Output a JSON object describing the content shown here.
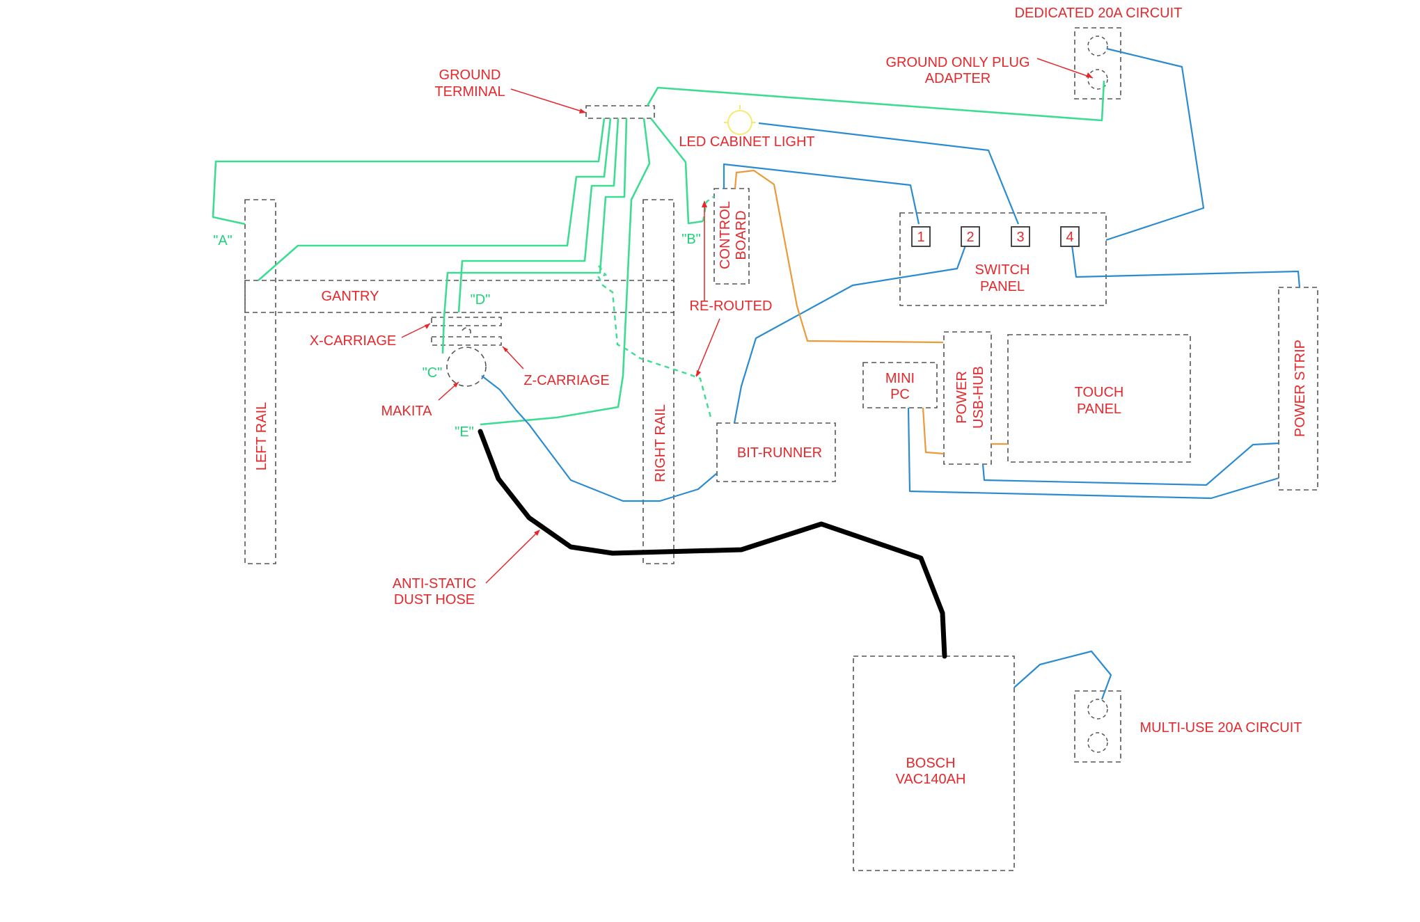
{
  "labels": {
    "dedicated_circuit": "DEDICATED 20A CIRCUIT",
    "ground_plug_1": "GROUND ONLY PLUG",
    "ground_plug_2": "ADAPTER",
    "ground_terminal_1": "GROUND",
    "ground_terminal_2": "TERMINAL",
    "led_light": "LED CABINET LIGHT",
    "control_board_1": "CONTROL",
    "control_board_2": "BOARD",
    "switch_panel_1": "SWITCH",
    "switch_panel_2": "PANEL",
    "gantry": "GANTRY",
    "x_carriage": "X-CARRIAGE",
    "z_carriage": "Z-CARRIAGE",
    "makita": "MAKITA",
    "left_rail": "LEFT RAIL",
    "right_rail": "RIGHT RAIL",
    "re_routed": "RE-ROUTED",
    "mini_pc_1": "MINI",
    "mini_pc_2": "PC",
    "power_usb_hub_1": "POWER",
    "power_usb_hub_2": "USB-HUB",
    "touch_panel_1": "TOUCH",
    "touch_panel_2": "PANEL",
    "power_strip": "POWER STRIP",
    "bit_runner": "BIT-RUNNER",
    "dust_hose_1": "ANTI-STATIC",
    "dust_hose_2": "DUST HOSE",
    "vacuum_1": "BOSCH",
    "vacuum_2": "VAC140AH",
    "multi_use_circuit": "MULTI-USE 20A CIRCUIT"
  },
  "ground_points": {
    "a": "\"A\"",
    "b": "\"B\"",
    "c": "\"C\"",
    "d": "\"D\"",
    "e": "\"E\""
  },
  "switches": [
    "1",
    "2",
    "3",
    "4"
  ],
  "colors": {
    "label_red": "#e4282c",
    "ground_green": "#3ddc92",
    "power_blue": "#2b8bd0",
    "usb_orange": "#ea9a3a",
    "hose_black": "#000000"
  }
}
